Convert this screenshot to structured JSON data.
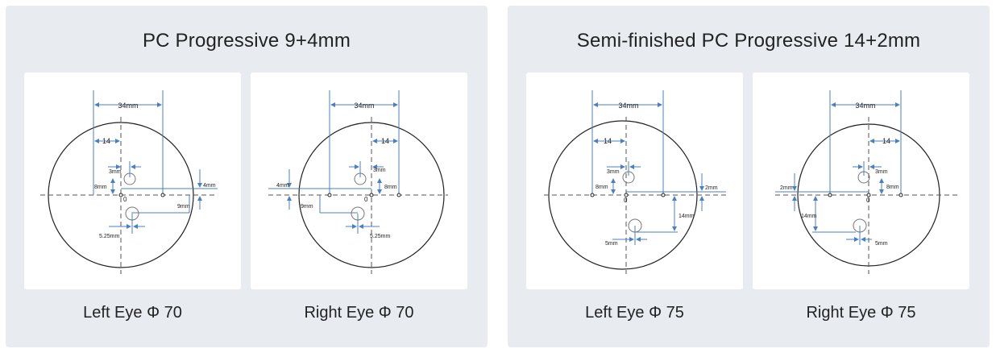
{
  "colors": {
    "panel_bg": "#e8ecf1",
    "card_bg": "#ffffff",
    "dimension_line": "#4a7fc1",
    "outline": "#222222"
  },
  "panels": [
    {
      "title": "PC Progressive 9+4mm",
      "diagrams": [
        {
          "caption": "Left Eye Φ 70",
          "labels": {
            "width": "34mm",
            "inset": "14",
            "upper_offset": "3mm",
            "upper_height": "8mm",
            "right_drop": "4mm",
            "lower_drop": "9mm",
            "lower_offset": "5.25mm",
            "center": "0"
          }
        },
        {
          "caption": "Right Eye Φ 70",
          "labels": {
            "width": "34mm",
            "inset": "14",
            "upper_offset": "3mm",
            "upper_height": "8mm",
            "left_drop": "4mm",
            "lower_drop": "9mm",
            "lower_offset": "5.25mm",
            "center": "0"
          }
        }
      ]
    },
    {
      "title": "Semi-finished PC Progressive 14+2mm",
      "diagrams": [
        {
          "caption": "Left Eye Φ 75",
          "labels": {
            "width": "34mm",
            "inset": "14",
            "upper_offset": "3mm",
            "upper_height": "8mm",
            "right_drop": "2mm",
            "lower_drop": "14mm",
            "lower_offset": "5mm",
            "center": "0"
          }
        },
        {
          "caption": "Right Eye Φ 75",
          "labels": {
            "width": "34mm",
            "inset": "14",
            "upper_offset": "3mm",
            "upper_height": "8mm",
            "left_drop": "2mm",
            "lower_drop": "14mm",
            "lower_offset": "5mm",
            "center": "0"
          }
        }
      ]
    }
  ]
}
